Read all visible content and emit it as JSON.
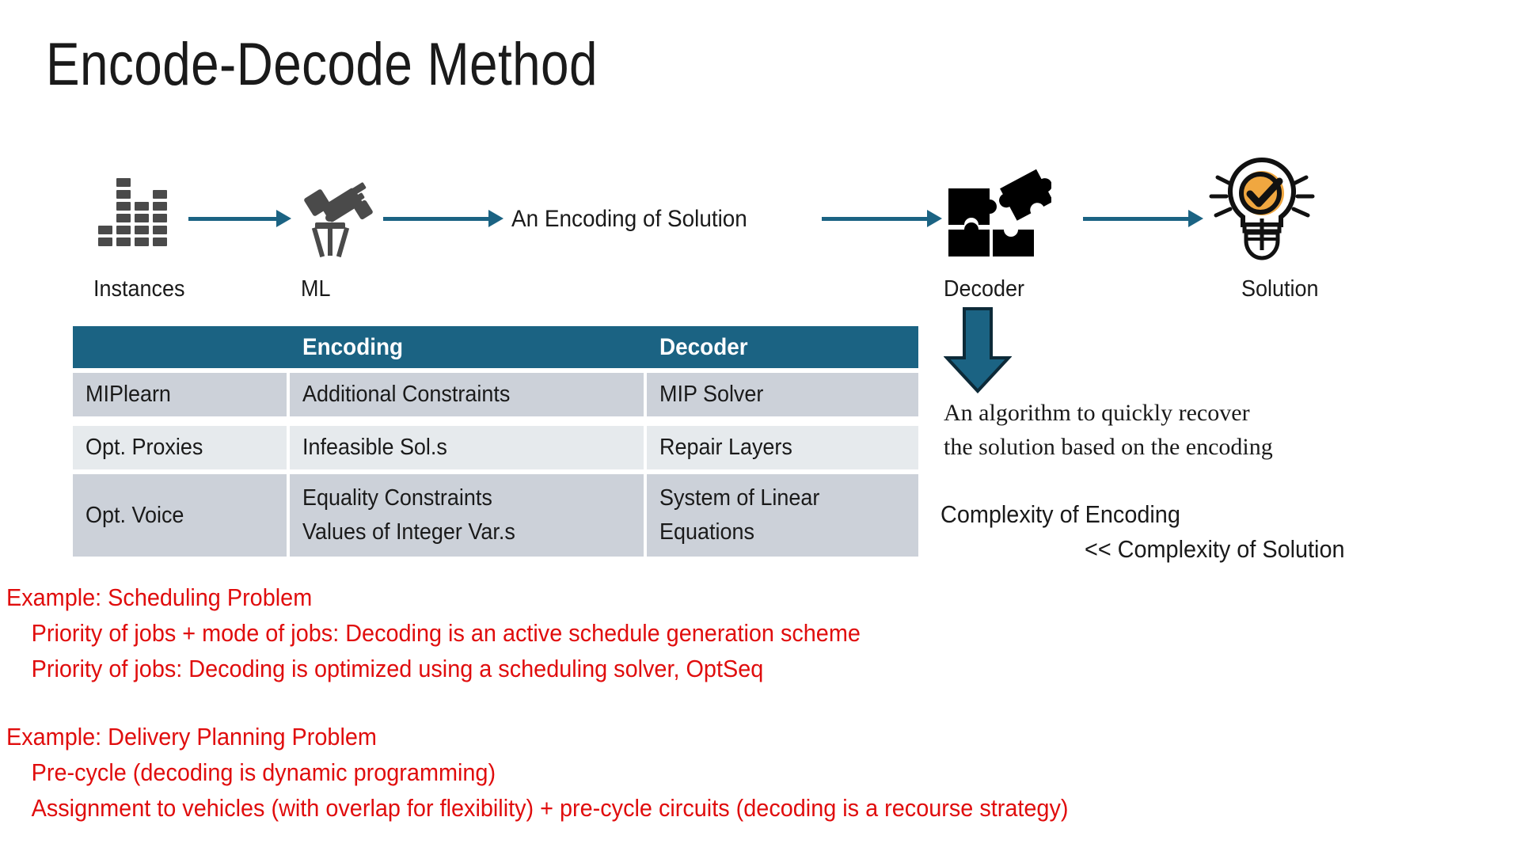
{
  "slide": {
    "title": "Encode-Decode Method"
  },
  "pipeline": {
    "nodes": [
      {
        "label": "Instances",
        "icon": "bar-chart-icon"
      },
      {
        "label": "ML",
        "icon": "telescope-icon"
      },
      {
        "label": "Decoder",
        "icon": "puzzle-pieces-icon"
      },
      {
        "label": "Solution",
        "icon": "lightbulb-check-icon"
      }
    ],
    "flow_text": "An Encoding of Solution",
    "arrow_color": "#1b6383",
    "down_arrow_color": "#1b6383"
  },
  "table": {
    "header": [
      "",
      "Encoding",
      "Decoder"
    ],
    "rows": [
      {
        "name": "MIPlearn",
        "encoding": [
          "Additional Constraints"
        ],
        "decoder": [
          "MIP Solver"
        ]
      },
      {
        "name": "Opt. Proxies",
        "encoding": [
          "Infeasible Sol.s"
        ],
        "decoder": [
          "Repair Layers"
        ]
      },
      {
        "name": "Opt. Voice",
        "encoding": [
          "Equality Constraints",
          "Values of Integer Var.s"
        ],
        "decoder": [
          "System of Linear",
          "Equations"
        ]
      }
    ],
    "header_bg": "#1b6383",
    "row_bg_a": "#ccd1d9",
    "row_bg_b": "#e6eaed"
  },
  "notes": {
    "serif_note": "An algorithm to quickly recover\nthe solution based on the encoding",
    "complexity_line1": "Complexity of Encoding",
    "complexity_line2": "<<  Complexity of Solution"
  },
  "examples": {
    "color": "#e00d0d",
    "blocks": [
      {
        "heading": "Example: Scheduling Problem",
        "lines": [
          "Priority of jobs + mode of jobs: Decoding is an active schedule generation scheme",
          "Priority of jobs: Decoding is optimized using a scheduling solver, OptSeq"
        ]
      },
      {
        "heading": "Example: Delivery Planning Problem",
        "lines": [
          "Pre-cycle (decoding is dynamic programming)",
          "Assignment to vehicles (with overlap for flexibility) + pre-cycle circuits (decoding is a recourse strategy)"
        ]
      }
    ]
  }
}
